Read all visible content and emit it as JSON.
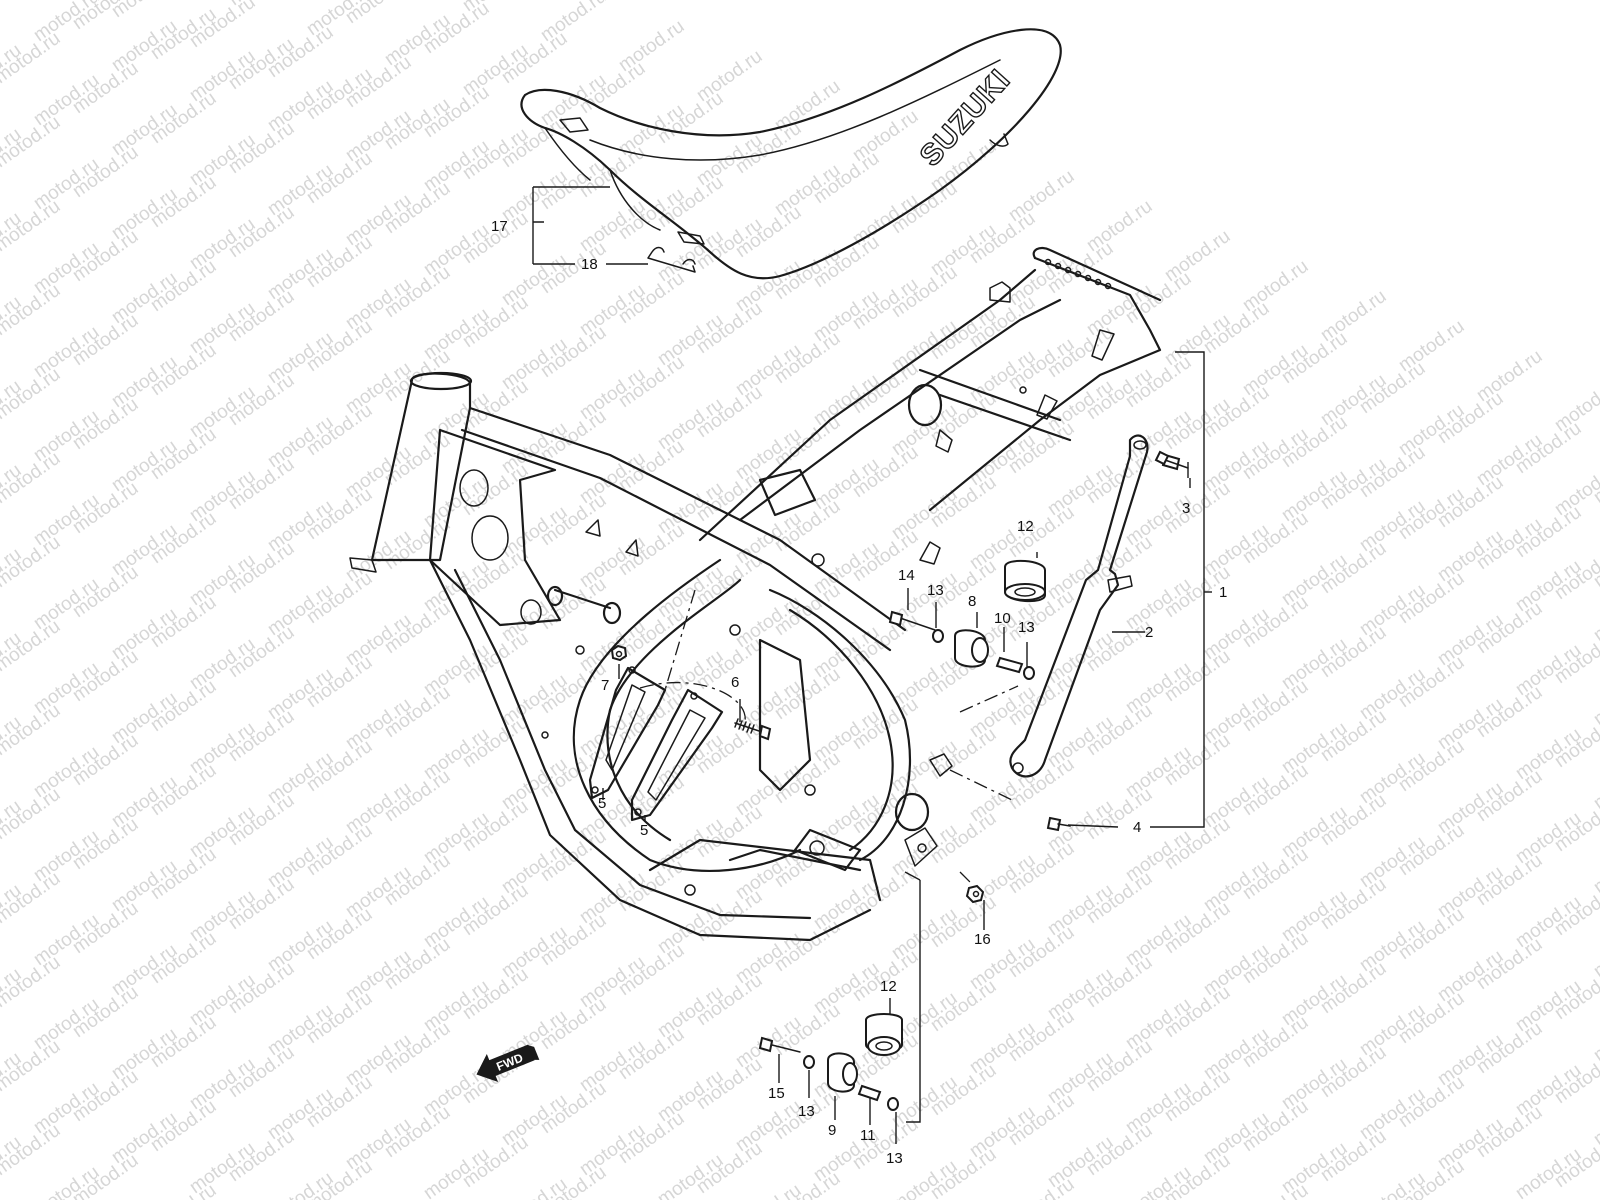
{
  "watermark": "motod.ru",
  "seat_brand": "SUZUKI",
  "fwd_label": "FWD",
  "callouts": {
    "c1": "1",
    "c2": "2",
    "c3": "3",
    "c4": "4",
    "c5a": "5",
    "c5b": "5",
    "c6": "6",
    "c7": "7",
    "c8": "8",
    "c9": "9",
    "c10": "10",
    "c11": "11",
    "c12a": "12",
    "c12b": "12",
    "c13a": "13",
    "c13b": "13",
    "c13c": "13",
    "c13d": "13",
    "c14": "14",
    "c15": "15",
    "c16": "16",
    "c17": "17",
    "c18": "18"
  }
}
